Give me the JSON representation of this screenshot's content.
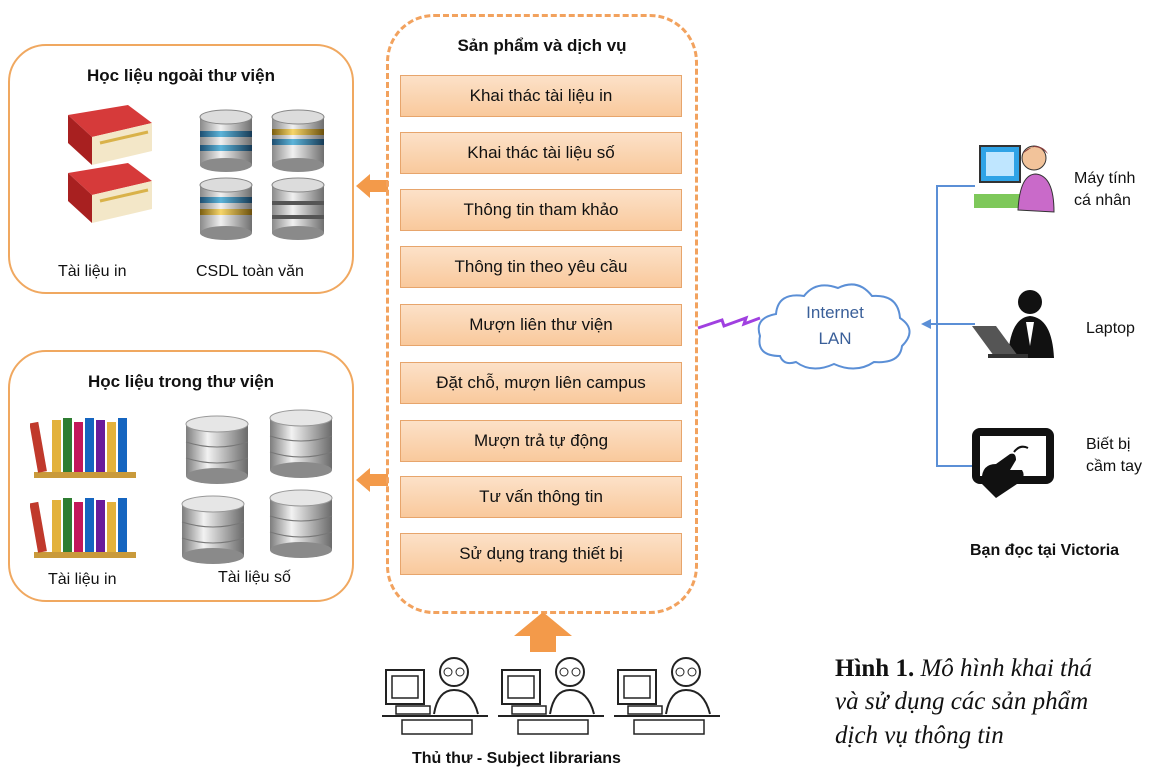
{
  "outside_panel": {
    "title": "Học liệu ngoài thư viện",
    "caption_left": "Tài liệu in",
    "caption_right": "CSDL toàn văn"
  },
  "inside_panel": {
    "title": "Học liệu trong thư viện",
    "caption_left": "Tài liệu in",
    "caption_right": "Tài liệu số"
  },
  "services": {
    "title": "Sản phẩm và dịch vụ",
    "items": [
      "Khai thác tài liệu in",
      "Khai thác tài liệu số",
      "Thông tin tham khảo",
      "Thông tin theo yêu cầu",
      "Mượn liên thư viện",
      "Đặt chỗ, mượn liên campus",
      "Mượn trả tự động",
      "Tư vấn thông tin",
      "Sử dụng trang thiết bị"
    ]
  },
  "network": {
    "line1": "Internet",
    "line2": "LAN"
  },
  "readers": {
    "devices": [
      {
        "line1": "Máy tính",
        "line2": "cá nhân"
      },
      {
        "line1": "Laptop",
        "line2": ""
      },
      {
        "line1": "Biết bị",
        "line2": "cầm tay"
      }
    ],
    "group_label": "Bạn đọc tại Victoria"
  },
  "librarians": {
    "label": "Thủ thư -  Subject librarians"
  },
  "figure": {
    "number": "Hình 1.",
    "caption_line1": "Mô hình khai thá",
    "caption_line2": "và sử dụng các sản phẩm",
    "caption_line3": "dịch vụ thông tin"
  },
  "colors": {
    "accent_orange": "#f2a25e",
    "service_fill": "#fbd5b0",
    "network_blue": "#5b8fd6",
    "lightning": "#a040e0"
  }
}
